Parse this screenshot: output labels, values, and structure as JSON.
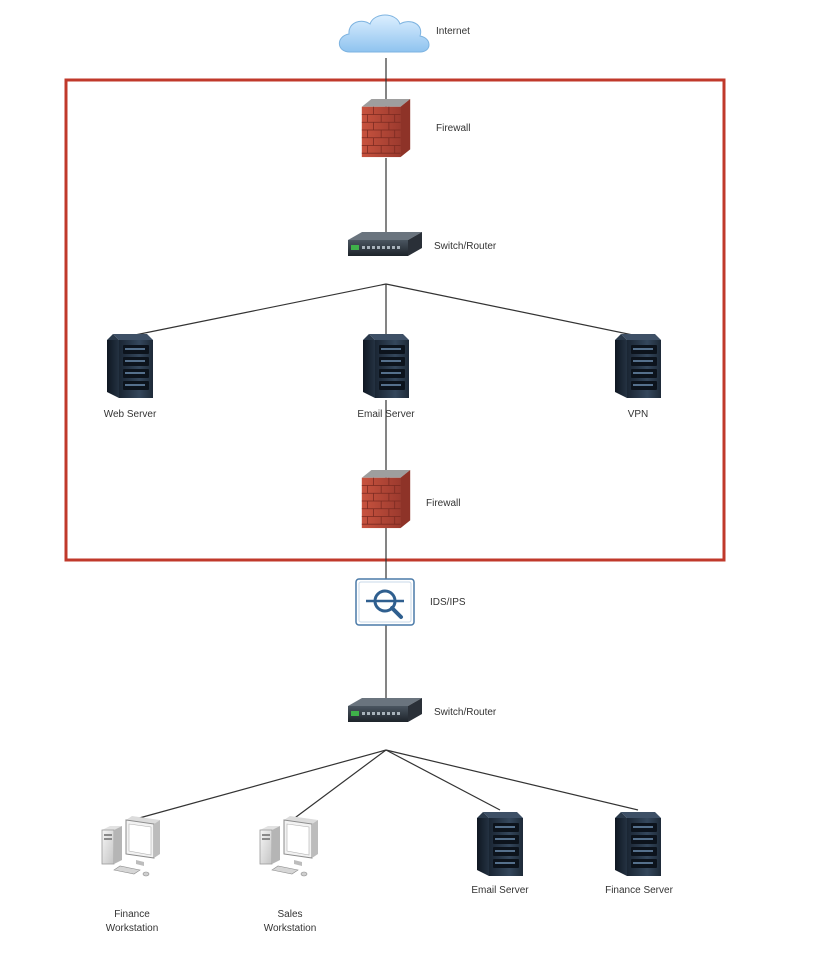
{
  "nodes": {
    "internet": {
      "label": "Internet",
      "icon": "cloud-icon"
    },
    "firewall_outer": {
      "label": "Firewall",
      "icon": "firewall-icon"
    },
    "switch_dmz": {
      "label": "Switch/Router",
      "icon": "switch-icon"
    },
    "web_server": {
      "label": "Web Server",
      "icon": "server-icon"
    },
    "email_server_dmz": {
      "label": "Email Server",
      "icon": "server-icon"
    },
    "vpn": {
      "label": "VPN",
      "icon": "server-icon"
    },
    "firewall_inner": {
      "label": "Firewall",
      "icon": "firewall-icon"
    },
    "ids_ips": {
      "label": "IDS/IPS",
      "icon": "ids-ips-icon"
    },
    "switch_internal": {
      "label": "Switch/Router",
      "icon": "switch-icon"
    },
    "finance_workstation": {
      "label_line1": "Finance",
      "label_line2": "Workstation",
      "icon": "workstation-icon"
    },
    "sales_workstation": {
      "label_line1": "Sales",
      "label_line2": "Workstation",
      "icon": "workstation-icon"
    },
    "email_server_internal": {
      "label": "Email Server",
      "icon": "server-icon"
    },
    "finance_server": {
      "label": "Finance Server",
      "icon": "server-icon"
    }
  },
  "colors": {
    "dmz_border": "#c0392b",
    "connector": "#333333",
    "firewall_brick": "#b5473a",
    "server_body": "#2c3e50",
    "cloud": "#a9d4f5"
  }
}
